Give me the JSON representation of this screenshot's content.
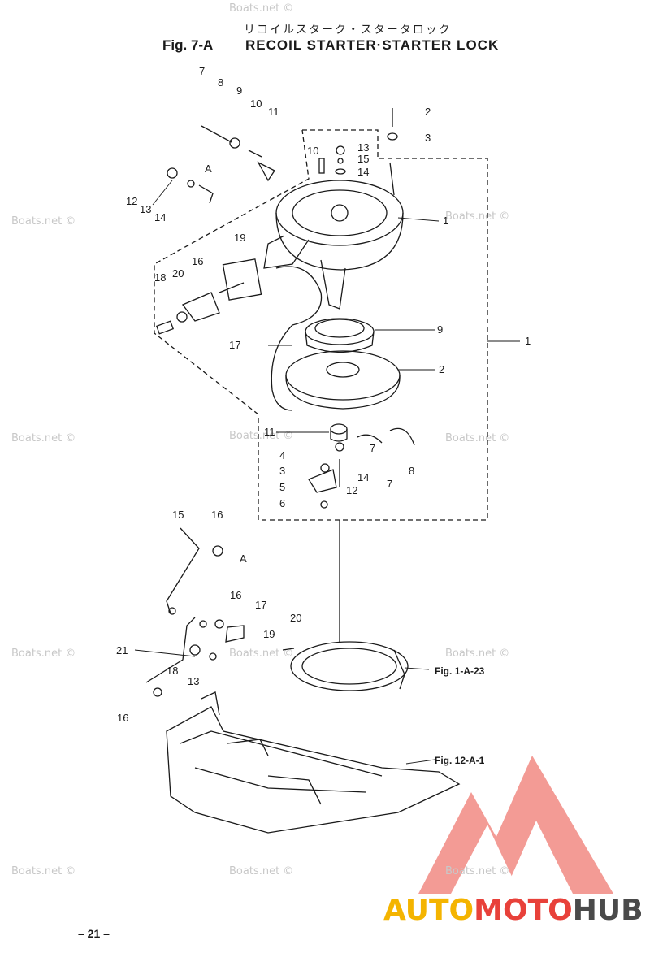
{
  "header": {
    "japanese_title": "リコイルスターク・スタータロック",
    "figure_number": "Fig. 7-A",
    "title": "RECOIL STARTER·STARTER LOCK"
  },
  "watermark": {
    "text": "Boats.net ©"
  },
  "callouts": {
    "upper": [
      "7",
      "8",
      "9",
      "10",
      "11",
      "2",
      "3",
      "13",
      "15",
      "14",
      "10",
      "12",
      "13",
      "14",
      "A",
      "1",
      "19",
      "16",
      "20",
      "18",
      "9",
      "1",
      "17",
      "2",
      "11",
      "7",
      "4",
      "3",
      "5",
      "6",
      "14",
      "12",
      "7",
      "8"
    ],
    "lower": [
      "15",
      "16",
      "A",
      "16",
      "17",
      "21",
      "18",
      "13",
      "19",
      "20",
      "16"
    ]
  },
  "references": {
    "fig_1a23": "Fig. 1-A-23",
    "fig_12a1": "Fig. 12-A-1"
  },
  "footer": {
    "page": "– 21 –"
  },
  "logo": {
    "part1": "AUTO",
    "part2": "MOTO",
    "part3": "HUB"
  },
  "colors": {
    "line": "#1a1a1a",
    "logo_red": "#e8413a",
    "logo_yellow": "#f4b400",
    "logo_grey": "#4a4a4a"
  }
}
